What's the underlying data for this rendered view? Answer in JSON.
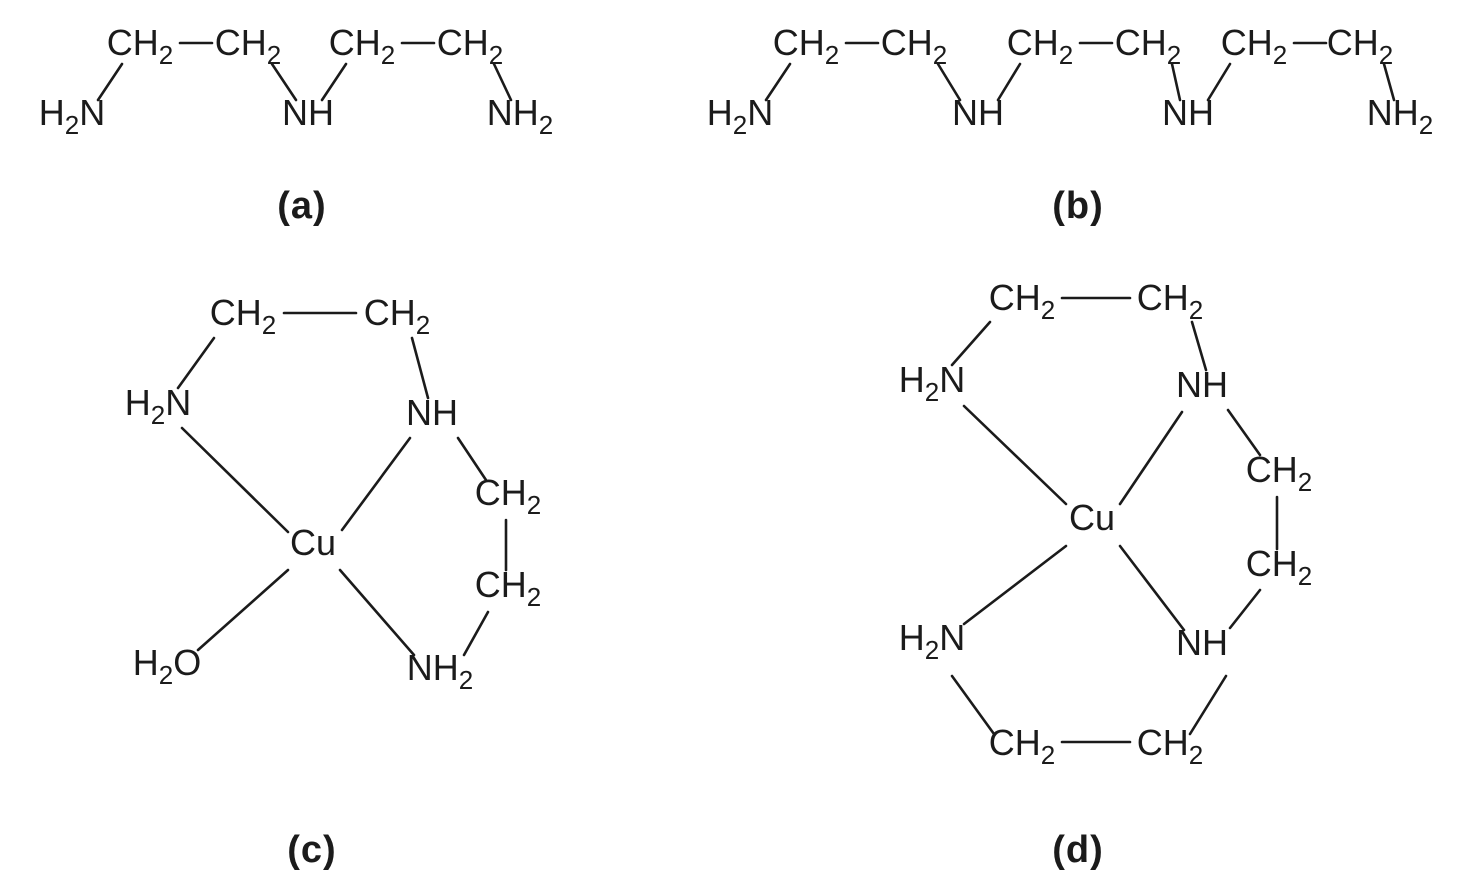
{
  "figure": {
    "background": "#ffffff",
    "ink": "#1b1b1b"
  },
  "structures": {
    "a": {
      "caption": "(a)",
      "atoms": {
        "ch2_1": {
          "pre": "CH",
          "sub": "2",
          "post": ""
        },
        "ch2_2": {
          "pre": "CH",
          "sub": "2",
          "post": ""
        },
        "ch2_3": {
          "pre": "CH",
          "sub": "2",
          "post": ""
        },
        "ch2_4": {
          "pre": "CH",
          "sub": "2",
          "post": ""
        },
        "h2n": {
          "pre": "H",
          "sub": "2",
          "post": "N"
        },
        "nh": {
          "pre": "NH",
          "sub": "",
          "post": ""
        },
        "nh2": {
          "pre": "NH",
          "sub": "2",
          "post": ""
        }
      }
    },
    "b": {
      "caption": "(b)",
      "atoms": {
        "ch2_1": {
          "pre": "CH",
          "sub": "2",
          "post": ""
        },
        "ch2_2": {
          "pre": "CH",
          "sub": "2",
          "post": ""
        },
        "ch2_3": {
          "pre": "CH",
          "sub": "2",
          "post": ""
        },
        "ch2_4": {
          "pre": "CH",
          "sub": "2",
          "post": ""
        },
        "ch2_5": {
          "pre": "CH",
          "sub": "2",
          "post": ""
        },
        "ch2_6": {
          "pre": "CH",
          "sub": "2",
          "post": ""
        },
        "h2n": {
          "pre": "H",
          "sub": "2",
          "post": "N"
        },
        "nh_1": {
          "pre": "NH",
          "sub": "",
          "post": ""
        },
        "nh_2": {
          "pre": "NH",
          "sub": "",
          "post": ""
        },
        "nh2": {
          "pre": "NH",
          "sub": "2",
          "post": ""
        }
      }
    },
    "c": {
      "caption": "(c)",
      "atoms": {
        "ch2_top_left": {
          "pre": "CH",
          "sub": "2",
          "post": ""
        },
        "ch2_top_right": {
          "pre": "CH",
          "sub": "2",
          "post": ""
        },
        "h2n": {
          "pre": "H",
          "sub": "2",
          "post": "N"
        },
        "nh": {
          "pre": "NH",
          "sub": "",
          "post": ""
        },
        "cu": {
          "pre": "Cu",
          "sub": "",
          "post": ""
        },
        "ch2_right_upper": {
          "pre": "CH",
          "sub": "2",
          "post": ""
        },
        "ch2_right_lower": {
          "pre": "CH",
          "sub": "2",
          "post": ""
        },
        "h2o": {
          "pre": "H",
          "sub": "2",
          "post": "O"
        },
        "nh2": {
          "pre": "NH",
          "sub": "2",
          "post": ""
        }
      }
    },
    "d": {
      "caption": "(d)",
      "atoms": {
        "ch2_top_left": {
          "pre": "CH",
          "sub": "2",
          "post": ""
        },
        "ch2_top_right": {
          "pre": "CH",
          "sub": "2",
          "post": ""
        },
        "h2n_upper": {
          "pre": "H",
          "sub": "2",
          "post": "N"
        },
        "nh_upper": {
          "pre": "NH",
          "sub": "",
          "post": ""
        },
        "ch2_right_upper": {
          "pre": "CH",
          "sub": "2",
          "post": ""
        },
        "cu": {
          "pre": "Cu",
          "sub": "",
          "post": ""
        },
        "ch2_right_lower": {
          "pre": "CH",
          "sub": "2",
          "post": ""
        },
        "h2n_lower": {
          "pre": "H",
          "sub": "2",
          "post": "N"
        },
        "nh_lower": {
          "pre": "NH",
          "sub": "",
          "post": ""
        },
        "ch2_bottom_left": {
          "pre": "CH",
          "sub": "2",
          "post": ""
        },
        "ch2_bottom_right": {
          "pre": "CH",
          "sub": "2",
          "post": ""
        }
      }
    }
  }
}
